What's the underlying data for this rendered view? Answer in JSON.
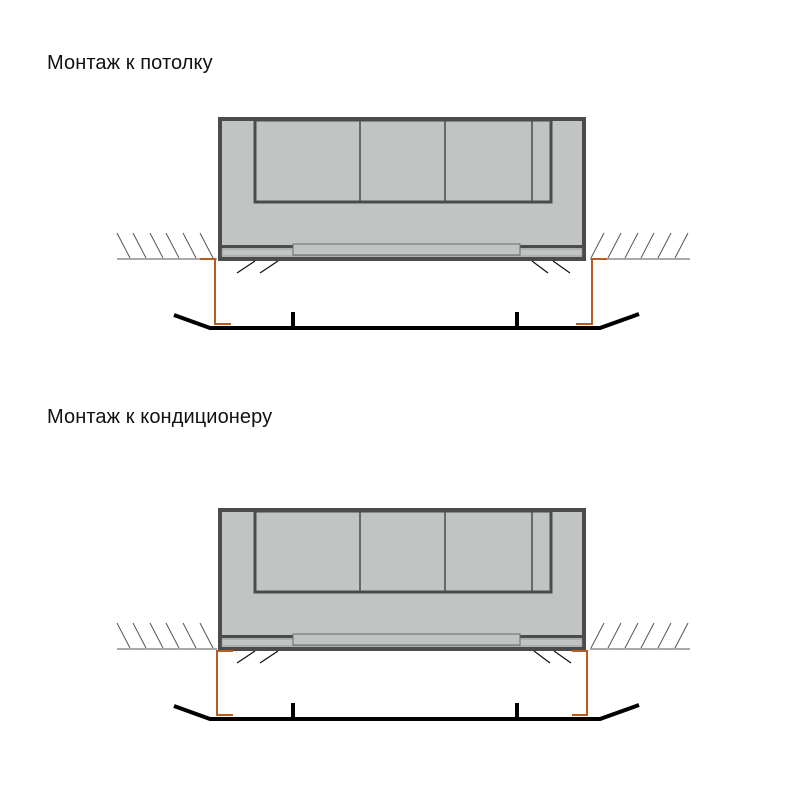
{
  "sections": [
    {
      "title": "Монтаж к потолку",
      "variant": "ceiling"
    },
    {
      "title": "Монтаж к кондиционеру",
      "variant": "unit"
    }
  ],
  "colors": {
    "unit_fill": "#c0c4c2",
    "unit_stroke": "#4a4b4a",
    "bracket": "#b85c22",
    "panel": "#000000",
    "ceiling_line": "#555555"
  }
}
